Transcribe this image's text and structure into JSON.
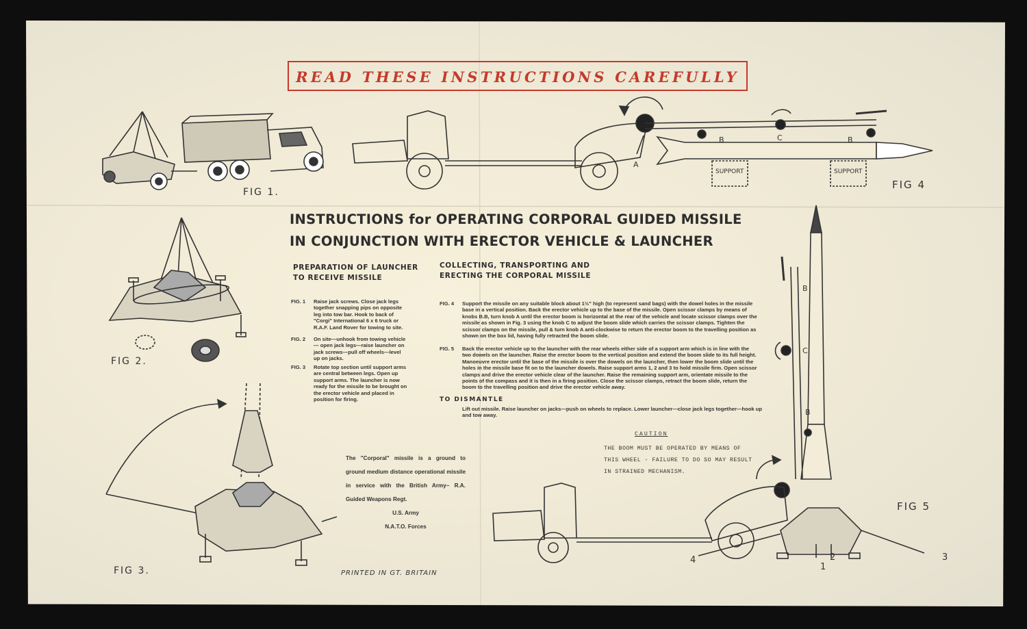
{
  "banner": "READ THESE INSTRUCTIONS CAREFULLY",
  "title": {
    "line1": "INSTRUCTIONS for OPERATING CORPORAL GUIDED MISSILE",
    "line2": "IN CONJUNCTION WITH ERECTOR VEHICLE & LAUNCHER"
  },
  "left_col": {
    "heading1": "PREPARATION OF LAUNCHER",
    "heading2": "TO RECEIVE MISSILE",
    "items": [
      {
        "label": "FIG. 1",
        "text": "Raise jack screws. Close jack legs together snapping pips on opposite leg into tow bar. Hook to back of \"Corgi\" International 6 x 6 truck or R.A.F. Land Rover for towing to site."
      },
      {
        "label": "FIG. 2",
        "text": "On site—unhook from towing vehicle— open jack legs—raise launcher on jack screws—pull off wheels—level up on jacks."
      },
      {
        "label": "FIG. 3",
        "text": "Rotate top section until support arms are central between legs. Open up support arms. The launcher is now ready for the missile to be brought on the erector vehicle and placed in position for firing."
      }
    ]
  },
  "right_col": {
    "heading1": "COLLECTING, TRANSPORTING AND",
    "heading2": "ERECTING THE CORPORAL MISSILE",
    "items": [
      {
        "label": "FIG. 4",
        "text": "Support the missile on any suitable block about 1½\" high (to represent sand bags) with the dowel holes in the missile base in a vertical position. Back the erector vehicle up to the base of the missile. Open scissor clamps by means of knobs B.B, turn knob A until the erector boom is horizontal at the rear of the vehicle and locate scissor clamps over the missile as shown in Fig. 3 using the knob C to adjust the boom slide which carries the scissor clamps. Tighten the scissor clamps on the missile, pull & turn knob A anti-clockwise to return the erector boom to the travelling position as shown on the box lid, having fully retracted the boom slide."
      },
      {
        "label": "FIG. 5",
        "text": "Back the erector vehicle up to the launcher with the rear wheels either side of a support arm which is in line with the two dowels on the launcher. Raise the erector boom to the vertical position and extend the boom slide to its full height. Manoeuvre erector until the base of the missile is over the dowels on the launcher, then lower the boom slide until the holes in the missile base fit on to the launcher dowels. Raise support arms 1, 2 and 3 to hold missile firm. Open scissor clamps and drive the erector vehicle clear of the launcher. Raise the remaining support arm, orientate missile to the points of the compass and it is then in a firing position. Close the scissor clamps, retract the boom slide, return the boom to the travelling position and drive the erector vehicle away."
      }
    ],
    "dismantle_heading": "TO DISMANTLE",
    "dismantle_text": "Lift out missile. Raise launcher on jacks—push on wheels to replace. Lower launcher—close jack legs together—hook up and tow away."
  },
  "caution": {
    "heading": "CAUTION",
    "line1": "THE BOOM MUST BE OPERATED BY MEANS OF",
    "line2": "THIS WHEEL - FAILURE TO DO SO MAY RESULT",
    "line3": "IN STRAINED MECHANISM."
  },
  "note": {
    "text": "The \"Corporal\" missile is a ground to ground medium distance operational missile in service with the British Army– R.A. Guided Weapons Regt.",
    "line_us": "U.S. Army",
    "line_nato": "N.A.T.O. Forces"
  },
  "printed": "PRINTED IN GT. BRITAIN",
  "figs": {
    "fig1": "FIG 1.",
    "fig2": "FIG 2.",
    "fig3": "FIG 3.",
    "fig4": "FIG 4",
    "fig5": "FIG 5"
  },
  "fig4_labels": {
    "a": "A",
    "b1": "B",
    "b2": "B",
    "c": "C",
    "support1": "SUPPORT",
    "support2": "SUPPORT"
  },
  "fig5_labels": {
    "b_top": "B",
    "c": "C",
    "b_low": "B",
    "n1": "1",
    "n2": "2",
    "n3": "3",
    "n4": "4"
  },
  "colors": {
    "ink": "#333333",
    "red": "#c33a2c",
    "paper": "#f0ead6",
    "background": "#0e0e0e"
  }
}
